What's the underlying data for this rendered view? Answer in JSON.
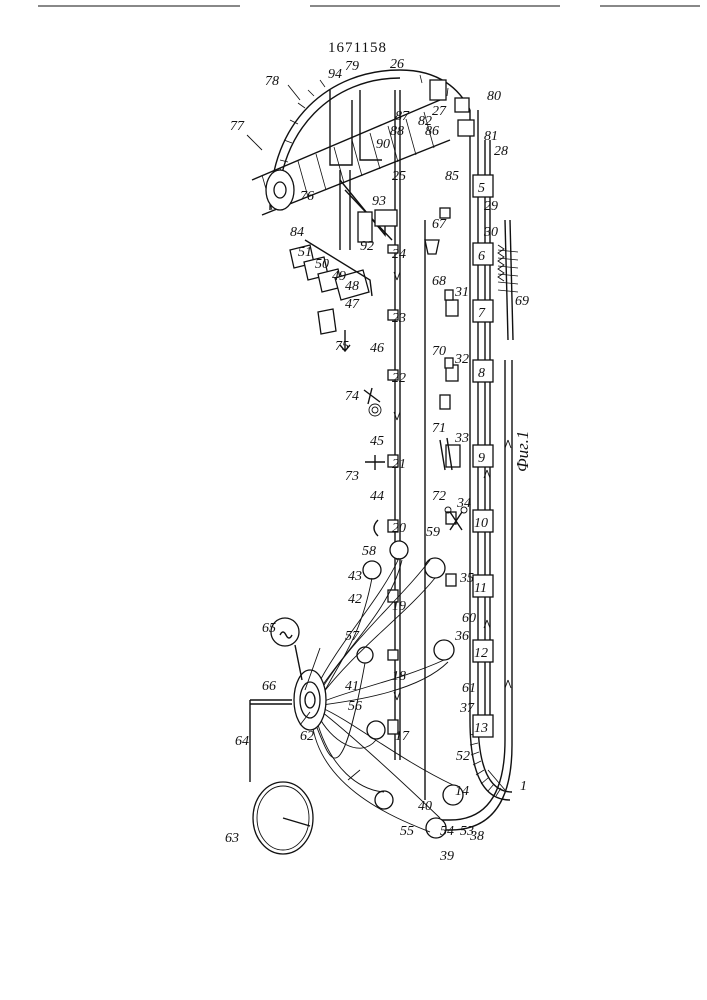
{
  "document": {
    "patent_number": "1671158",
    "figure_caption": "Фиг.1"
  },
  "labels": {
    "n1": "1",
    "n5": "5",
    "n6": "6",
    "n7": "7",
    "n8": "8",
    "n9": "9",
    "n10": "10",
    "n11": "11",
    "n12": "12",
    "n13": "13",
    "n14": "14",
    "n17": "17",
    "n18": "18",
    "n19": "19",
    "n20": "20",
    "n21": "21",
    "n22": "22",
    "n23": "23",
    "n24": "24",
    "n25": "25",
    "n26": "26",
    "n27": "27",
    "n28": "28",
    "n29": "29",
    "n30": "30",
    "n31": "31",
    "n32": "32",
    "n33": "33",
    "n34": "34",
    "n35": "35",
    "n36": "36",
    "n37": "37",
    "n38": "38",
    "n39": "39",
    "n40": "40",
    "n41": "41",
    "n42": "42",
    "n43": "43",
    "n44": "44",
    "n45": "45",
    "n46": "46",
    "n47": "47",
    "n48": "48",
    "n49": "49",
    "n50": "50",
    "n51": "51",
    "n52": "52",
    "n53": "53",
    "n54": "54",
    "n55": "55",
    "n56": "56",
    "n57": "57",
    "n58": "58",
    "n59": "59",
    "n60": "60",
    "n61": "61",
    "n62": "62",
    "n63": "63",
    "n64": "64",
    "n65": "65",
    "n66": "66",
    "n67": "67",
    "n68": "68",
    "n69": "69",
    "n70": "70",
    "n71": "71",
    "n72": "72",
    "n73": "73",
    "n74": "74",
    "n75": "75",
    "n76": "76",
    "n77": "77",
    "n78": "78",
    "n79": "79",
    "n80": "80",
    "n81": "81",
    "n82": "82",
    "n84": "84",
    "n85": "85",
    "n86": "86",
    "n87": "87",
    "n88": "88",
    "n90": "90",
    "n92": "92",
    "n93": "93",
    "n94": "94"
  }
}
